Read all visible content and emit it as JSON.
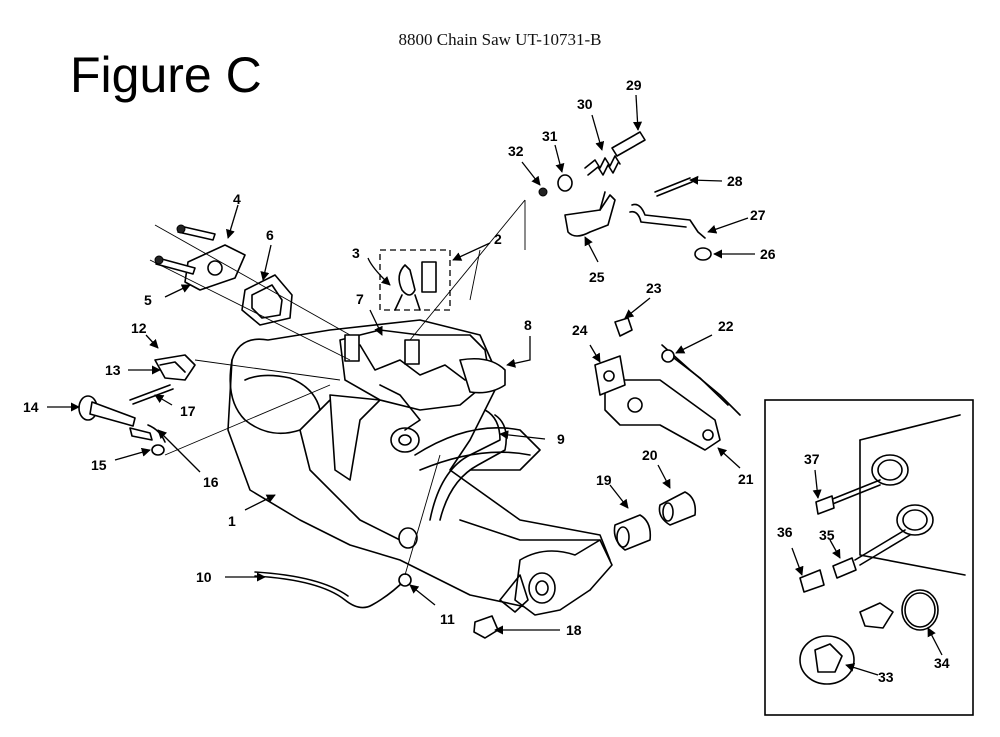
{
  "header": {
    "title": "8800 Chain Saw UT-10731-B",
    "figure_label": "Figure C"
  },
  "callouts": [
    "1",
    "2",
    "3",
    "4",
    "5",
    "6",
    "7",
    "8",
    "9",
    "10",
    "11",
    "12",
    "13",
    "14",
    "15",
    "16",
    "17",
    "18",
    "19",
    "20",
    "21",
    "22",
    "23",
    "24",
    "25",
    "26",
    "27",
    "28",
    "29",
    "30",
    "31",
    "32",
    "33",
    "34",
    "35",
    "36",
    "37"
  ]
}
